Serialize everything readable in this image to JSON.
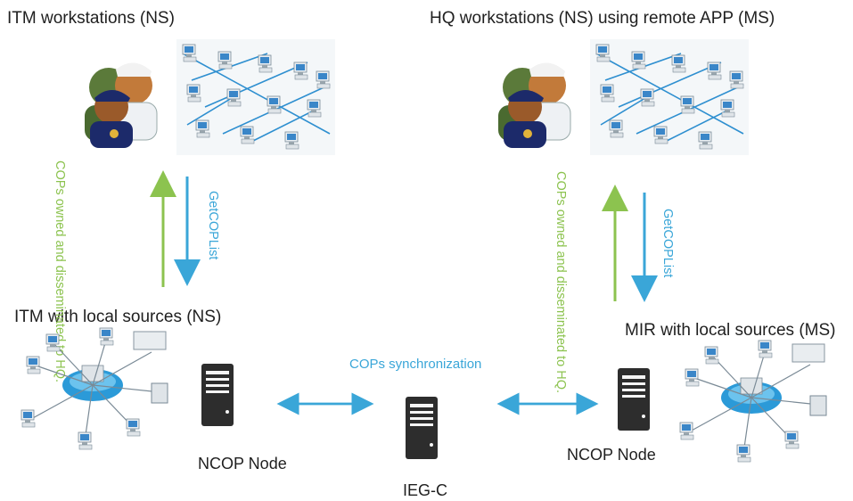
{
  "top_left": {
    "title": "ITM workstations (NS)"
  },
  "top_right": {
    "title": "HQ workstations (NS) using  remote APP (MS)"
  },
  "left_flow": {
    "up_label_lines": [
      "COPs owned",
      "and",
      "disseminated",
      "to HQ."
    ],
    "down_label": "GetCOPList"
  },
  "right_flow": {
    "up_label_lines": [
      "COPs owned and",
      "disseminated to HQ."
    ],
    "down_label": "GetCOPList"
  },
  "bottom_left": {
    "title": "ITM with local sources (NS)",
    "node_label": "NCOP Node"
  },
  "bottom_right": {
    "title": "MIR with local sources (MS)",
    "node_label": "NCOP Node"
  },
  "center": {
    "sync_label": "COPs synchronization",
    "hub_label": "IEG-C"
  },
  "colors": {
    "blue": "#3aa6d8",
    "green": "#8cc34f",
    "server": "#2a2a2a"
  }
}
